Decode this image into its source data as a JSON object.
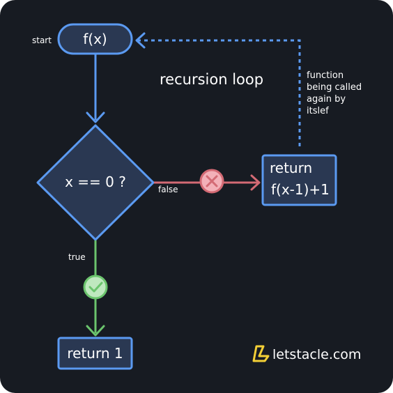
{
  "diagram": {
    "start_label": "start",
    "start_node": "f(x)",
    "condition": "x == 0 ?",
    "false_label": "false",
    "true_label": "true",
    "recursive_return_line1": "return",
    "recursive_return_line2": "f(x-1)+1",
    "base_return": "return 1",
    "loop_label": "recursion loop",
    "loop_note_lines": [
      "function",
      "being called",
      "again by",
      "itslef"
    ]
  },
  "brand": {
    "name": "letstacle.com"
  },
  "colors": {
    "background": "#171b22",
    "node_fill": "#2a3852",
    "node_stroke": "#5b9af1",
    "flow_blue": "#5b9af1",
    "false_red": "#d36a74",
    "true_green": "#6bc46d",
    "brand_yellow": "#f3cf36"
  },
  "icons": {
    "false_marker": "x-circle-icon",
    "true_marker": "check-circle-icon",
    "brand_logo": "letstacle-logo-icon"
  }
}
